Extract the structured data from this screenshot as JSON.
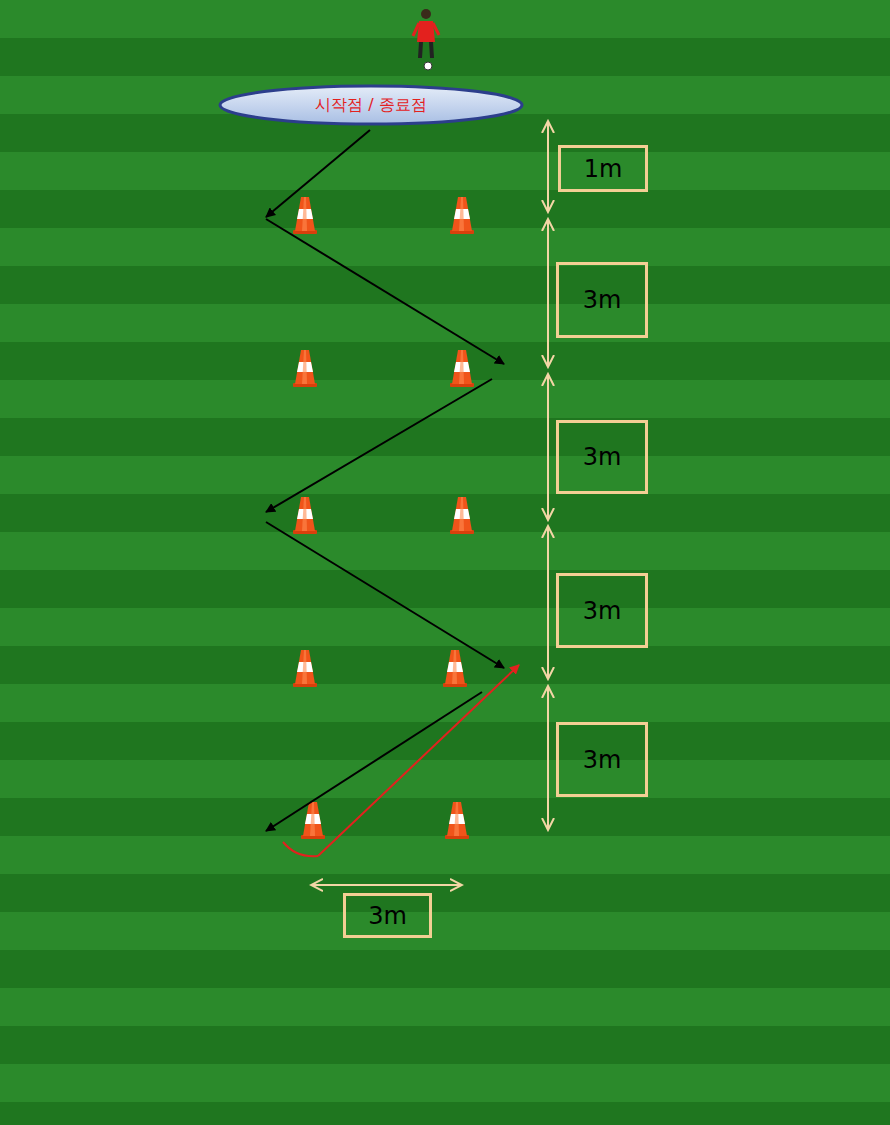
{
  "diagram": {
    "nodes": [
      {
        "text": [
          "시작점 / 종료점"
        ]
      },
      {
        "text": [
          "1m"
        ]
      },
      {
        "text": [
          "3m"
        ]
      },
      {
        "text": [
          "3m"
        ]
      },
      {
        "text": [
          "3m"
        ]
      },
      {
        "text": [
          "3m"
        ]
      },
      {
        "text": [
          "3m"
        ]
      }
    ]
  }
}
